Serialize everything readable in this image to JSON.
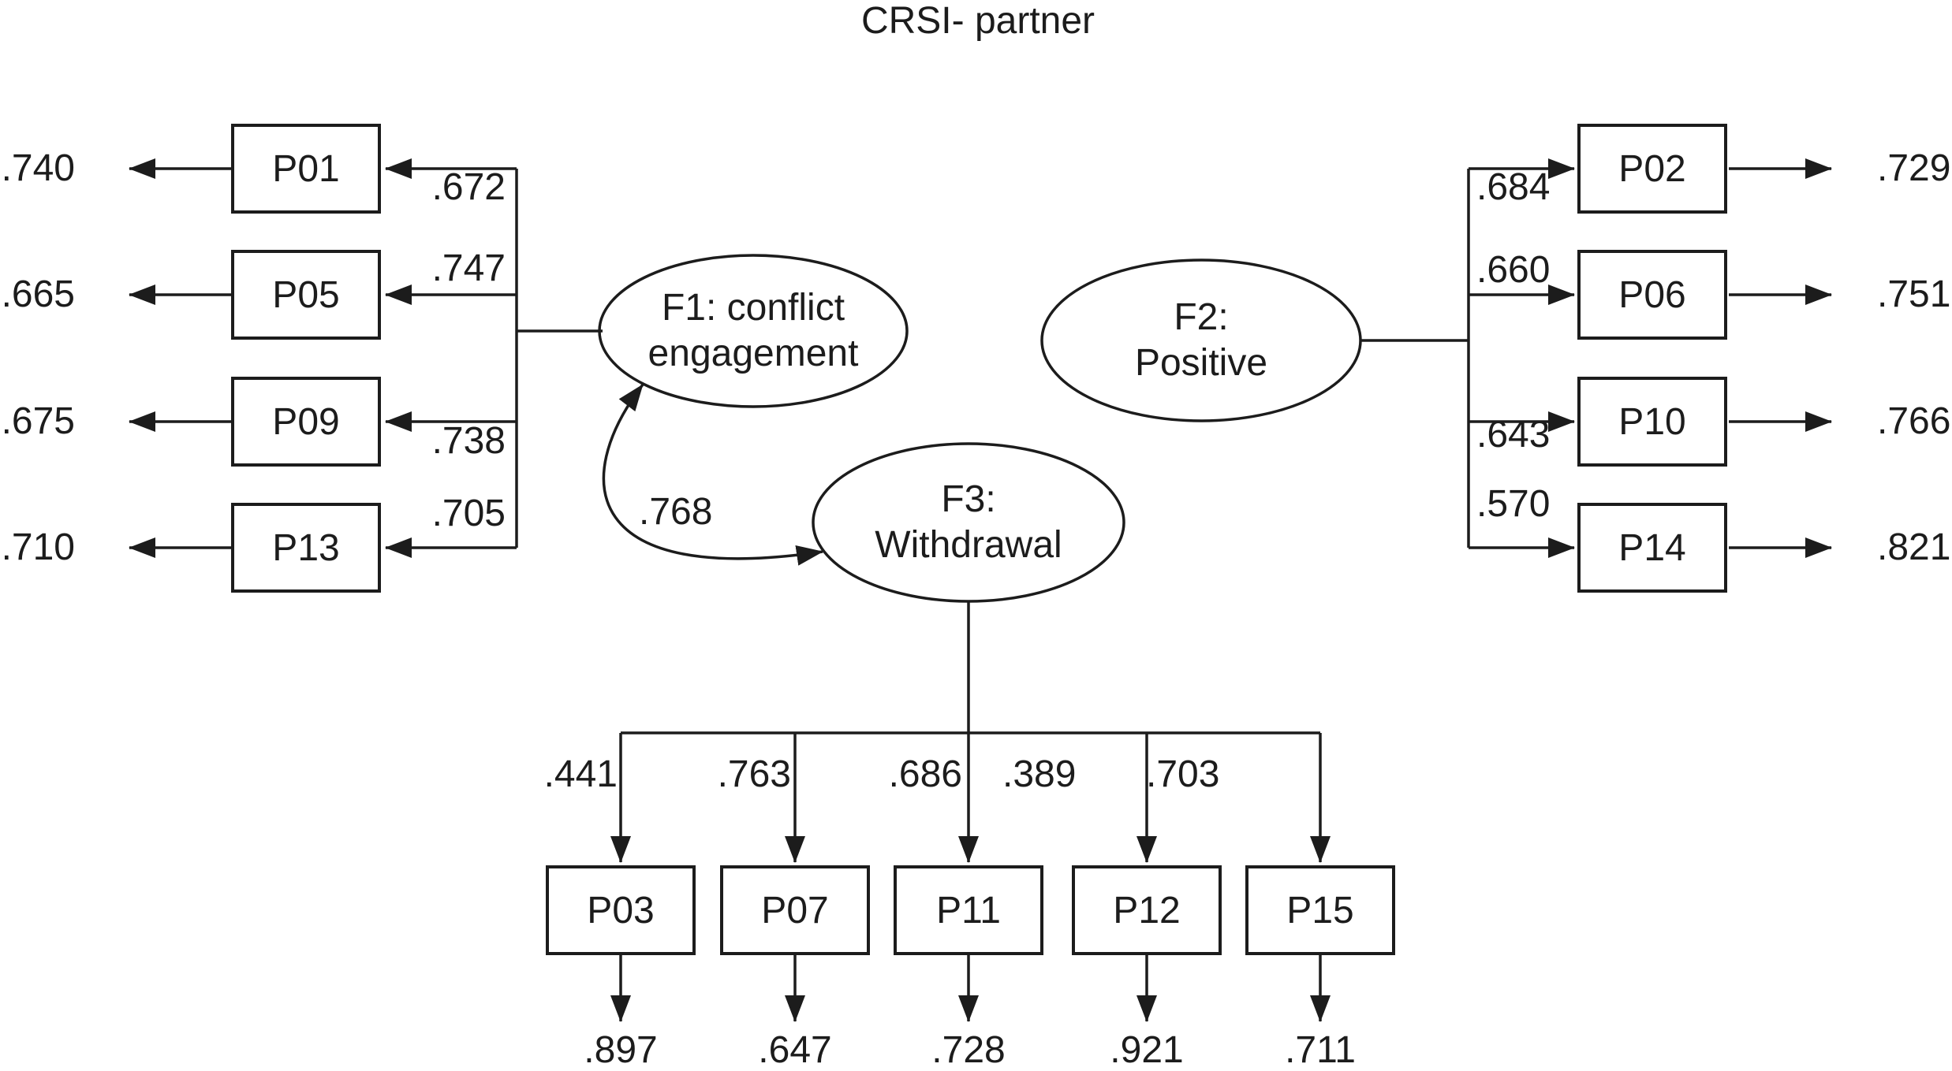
{
  "title": "CRSI- partner",
  "factors": {
    "f1": {
      "line1": "F1: conflict",
      "line2": "engagement"
    },
    "f2": {
      "line1": "F2:",
      "line2": "Positive"
    },
    "f3": {
      "line1": "F3:",
      "line2": "Withdrawal"
    }
  },
  "correlation": {
    "value": ".768",
    "between": "F1-F3"
  },
  "left_indicators": [
    {
      "id": "P01",
      "loading": ".672",
      "error": ".740"
    },
    {
      "id": "P05",
      "loading": ".747",
      "error": ".665"
    },
    {
      "id": "P09",
      "loading": ".738",
      "error": ".675"
    },
    {
      "id": "P13",
      "loading": ".705",
      "error": ".710"
    }
  ],
  "right_indicators": [
    {
      "id": "P02",
      "loading": ".684",
      "error": ".729"
    },
    {
      "id": "P06",
      "loading": ".660",
      "error": ".751"
    },
    {
      "id": "P10",
      "loading": ".643",
      "error": ".766"
    },
    {
      "id": "P14",
      "loading": ".570",
      "error": ".821"
    }
  ],
  "bottom_indicators": [
    {
      "id": "P03",
      "loading": ".441",
      "error": ".897"
    },
    {
      "id": "P07",
      "loading": ".763",
      "error": ".647"
    },
    {
      "id": "P11",
      "loading": ".686",
      "error": ".728"
    },
    {
      "id": "P12",
      "loading": ".389",
      "error": ".921"
    },
    {
      "id": "P15",
      "loading": ".703",
      "error": ".711"
    }
  ]
}
